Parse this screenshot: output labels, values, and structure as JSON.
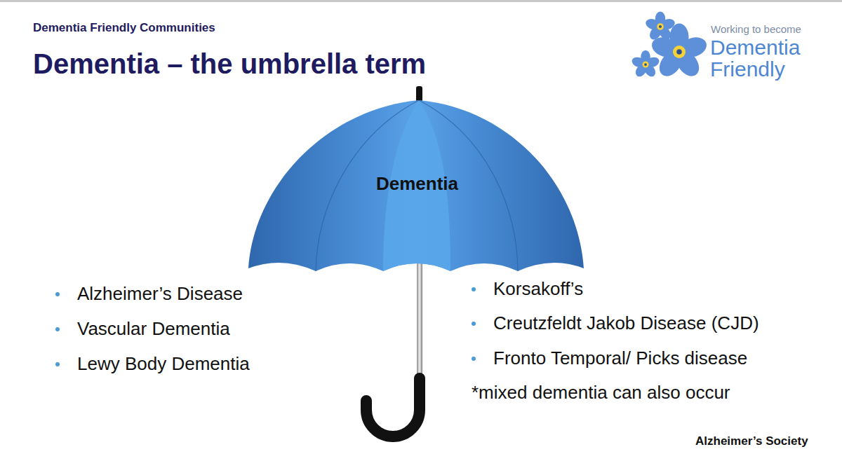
{
  "diagram": {
    "title": "Dementia – the umbrella term",
    "nodes": [
      {
        "text": [
          "Dementia"
        ]
      }
    ],
    "labels": [
      "Dementia Friendly Communities",
      "Working to become",
      "Dementia Friendly",
      "Alzheimer’s Disease",
      "Vascular Dementia",
      "Lewy Body Dementia",
      "Korsakoff’s",
      "Creutzfeldt Jakob Disease (CJD)",
      "Fronto Temporal/ Picks disease",
      "*mixed dementia can also occur",
      "Alzheimer’s Society"
    ]
  }
}
